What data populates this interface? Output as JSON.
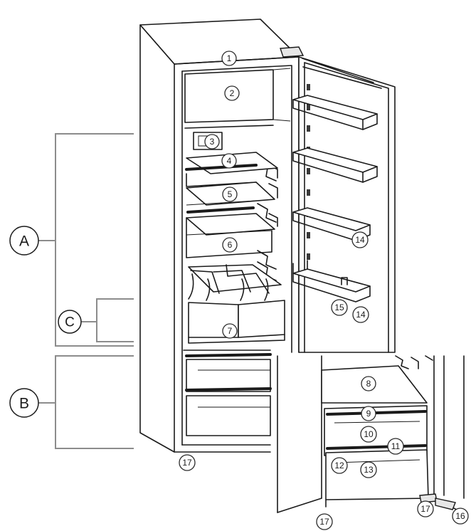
{
  "groups": [
    {
      "key": "A",
      "label": "A"
    },
    {
      "key": "B",
      "label": "B"
    },
    {
      "key": "C",
      "label": "C"
    }
  ],
  "callouts": [
    "1",
    "2",
    "3",
    "4",
    "5",
    "6",
    "7",
    "8",
    "9",
    "10",
    "11",
    "12",
    "13",
    "14",
    "15",
    "16",
    "17"
  ]
}
